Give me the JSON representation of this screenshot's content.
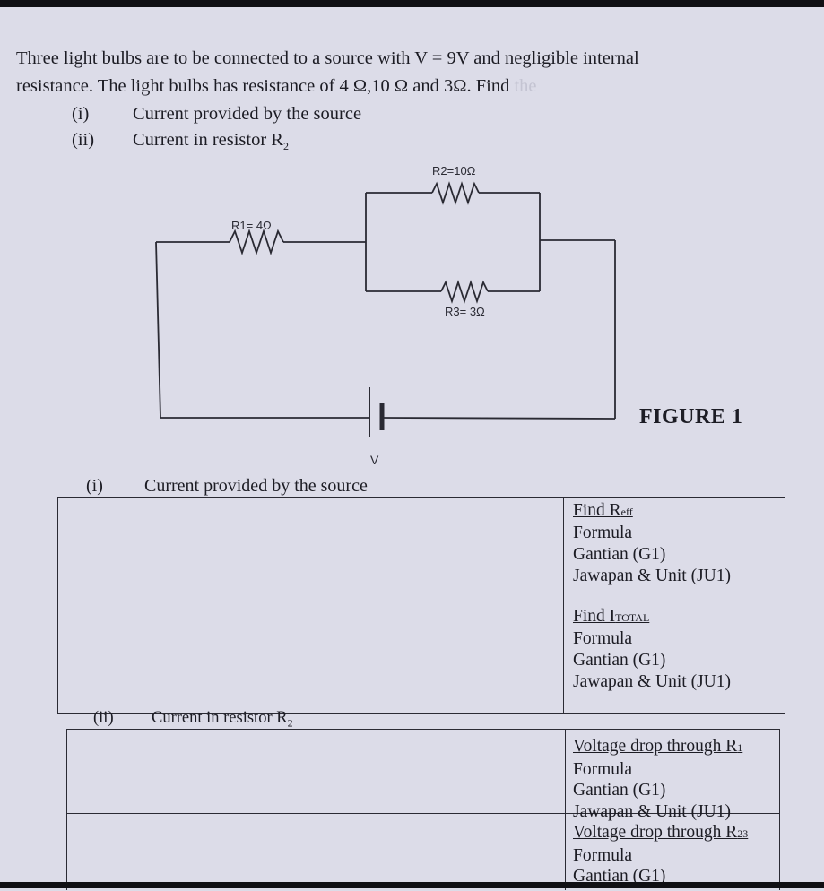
{
  "question": {
    "line1_a": "Three light bulbs are to be connected to a source with V = 9V and negligible internal",
    "line2_a": "resistance. The light bulbs has resistance of 4 Ω,10 Ω and 3Ω. Find ",
    "line2_b": "the",
    "sub_i_num": "(i)",
    "sub_i_text": "Current provided by the source",
    "sub_ii_num": "(ii)",
    "sub_ii_text_a": "Current in resistor R",
    "sub_ii_text_sub": "2"
  },
  "figure": {
    "label": "FIGURE 1",
    "r1": "R1= 4Ω",
    "r2": "R2=10Ω",
    "r3": "R3= 3Ω",
    "v": "V"
  },
  "part_i": {
    "num": "(i)",
    "title": "Current provided by the source",
    "block1": {
      "head_a": "Find R",
      "head_sub": "eff",
      "formula": "Formula",
      "gantian": "Gantian (G1)",
      "jawapan": "Jawapan & Unit (JU1)"
    },
    "block2": {
      "head_a": "Find I",
      "head_sub": "TOTAL",
      "formula": "Formula",
      "gantian": "Gantian (G1)",
      "jawapan": "Jawapan & Unit (JU1)"
    }
  },
  "part_ii": {
    "num": "(ii)",
    "title_a": "Current in resistor R",
    "title_sub": "2",
    "block1": {
      "head_a": "Voltage drop through R",
      "head_sub": "1",
      "formula": "Formula",
      "gantian": "Gantian (G1)",
      "jawapan": "Jawapan & Unit (JU1)"
    },
    "block2": {
      "head_a": "Voltage drop through R",
      "head_sub": "23",
      "formula": "Formula",
      "gantian": "Gantian (G1)"
    }
  }
}
